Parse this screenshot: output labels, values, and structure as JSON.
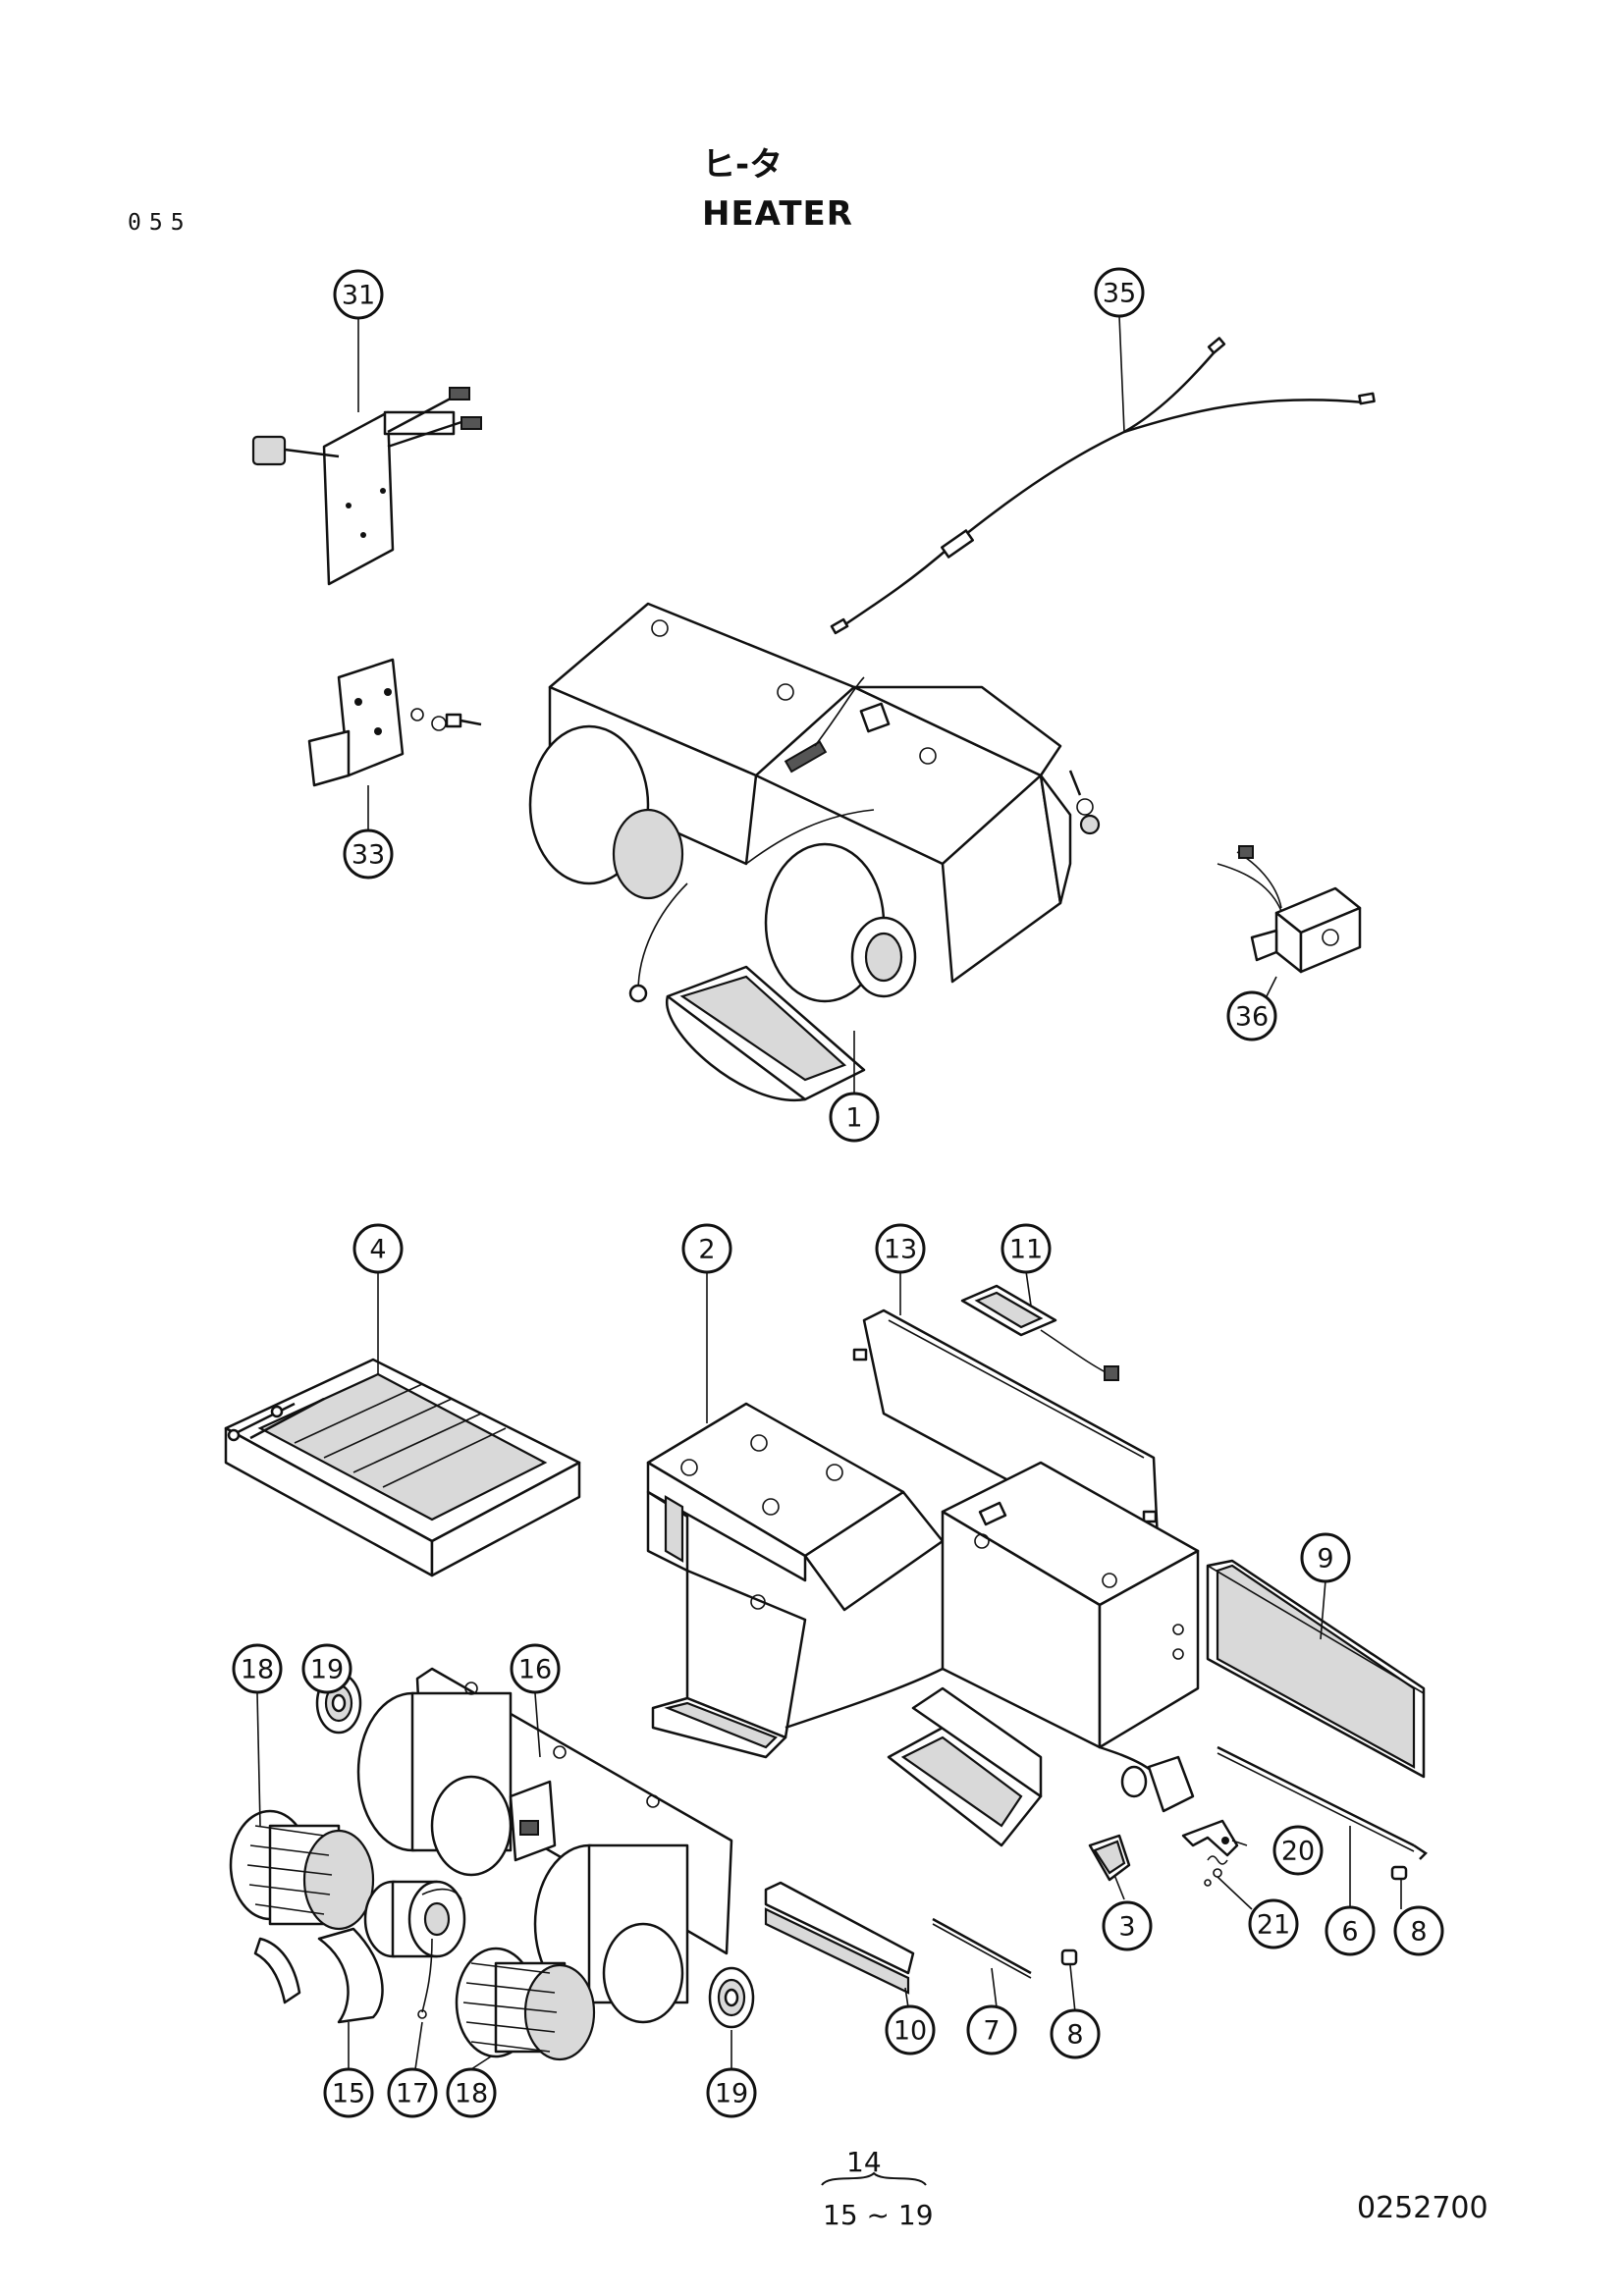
{
  "header": {
    "title_jp": "ヒ-タ",
    "title_en": "HEATER",
    "page_code": "055"
  },
  "footer": {
    "ref_top": "14",
    "ref_range": "15 ~ 19",
    "doc_number": "0252700"
  },
  "callouts": {
    "c31": "31",
    "c35": "35",
    "c33": "33",
    "c36": "36",
    "c1": "1",
    "c4": "4",
    "c2": "2",
    "c13": "13",
    "c11": "11",
    "c9": "9",
    "c18a": "18",
    "c19a": "19",
    "c16": "16",
    "c20": "20",
    "c21": "21",
    "c3": "3",
    "c6": "6",
    "c8a": "8",
    "c10": "10",
    "c7": "7",
    "c8b": "8",
    "c15": "15",
    "c17": "17",
    "c18b": "18",
    "c19b": "19"
  }
}
